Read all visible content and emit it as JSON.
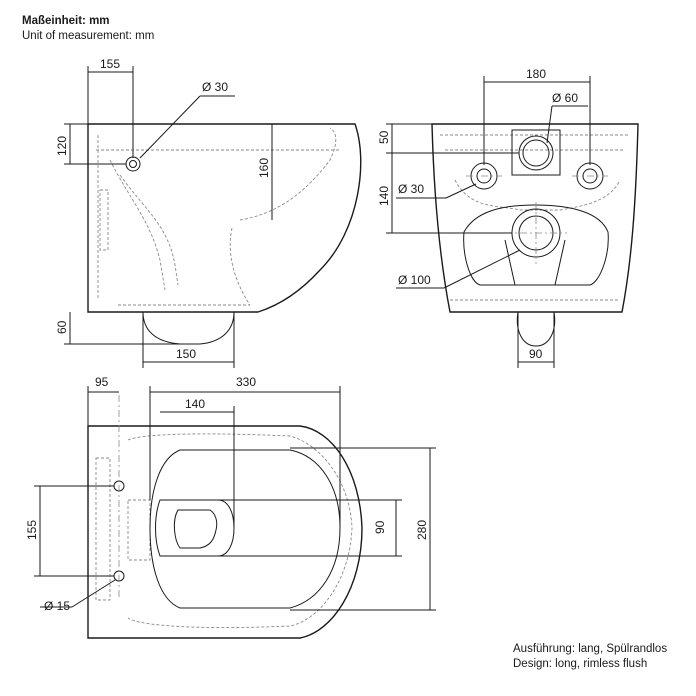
{
  "header": {
    "unit_de": "Maßeinheit: mm",
    "unit_en": "Unit of measurement: mm"
  },
  "footer": {
    "design_de": "Ausführung: lang, Spülrandlos",
    "design_en": "Design: long, rimless flush"
  },
  "side_view": {
    "dim_top_offset": "155",
    "dim_inlet_diameter": "Ø 30",
    "dim_inlet_height": "120",
    "dim_outlet_height": "160",
    "dim_bottom_offset": "60",
    "dim_outlet_width": "150"
  },
  "rear_view": {
    "dim_bolt_spacing": "180",
    "dim_inlet_diameter": "Ø 60",
    "dim_top_offset": "50",
    "dim_bolt_diameter": "Ø 30",
    "dim_bolt_height": "140",
    "dim_outlet_diameter": "Ø 100",
    "dim_outlet_width": "90"
  },
  "top_view": {
    "dim_bolt_offset": "95",
    "dim_total_length": "330",
    "dim_bowl_offset": "140",
    "dim_bolt_spacing": "155",
    "dim_bolt_diameter": "Ø 15",
    "dim_outlet_width": "90",
    "dim_total_width": "280"
  }
}
